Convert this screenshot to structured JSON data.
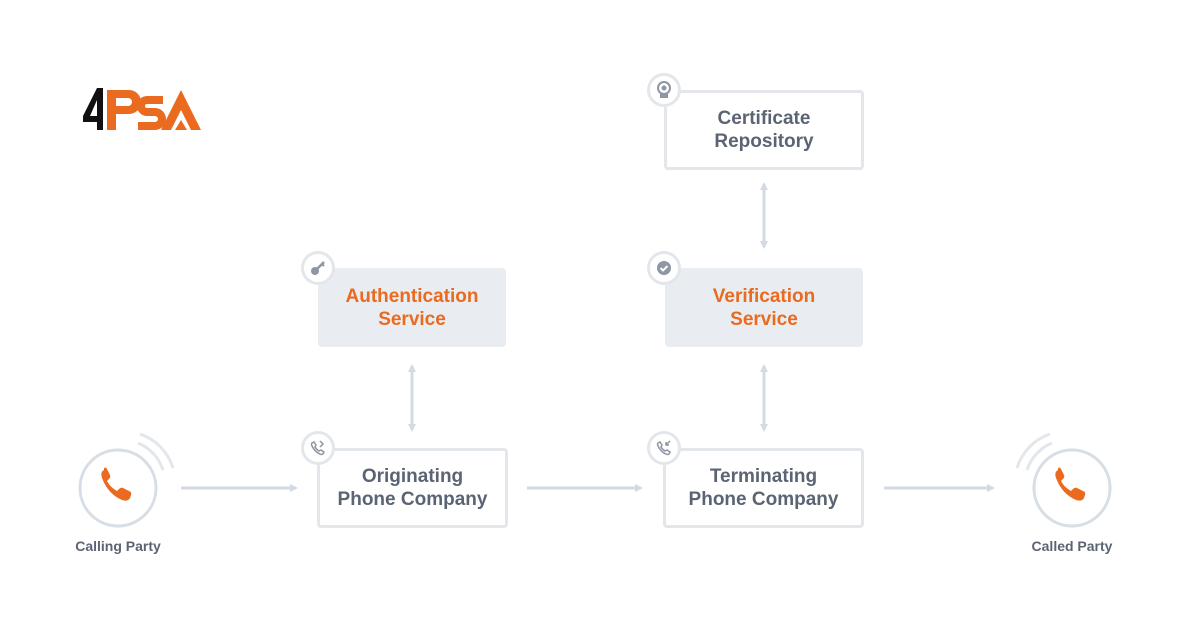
{
  "logo": {
    "text": "4PSA"
  },
  "nodes": {
    "certificate_repository": {
      "line1": "Certificate",
      "line2": "Repository",
      "icon": "certificate-icon"
    },
    "authentication_service": {
      "line1": "Authentication",
      "line2": "Service",
      "icon": "key-icon"
    },
    "verification_service": {
      "line1": "Verification",
      "line2": "Service",
      "icon": "check-icon"
    },
    "originating_phone_company": {
      "line1": "Originating",
      "line2": "Phone Company",
      "icon": "outgoing-call-icon"
    },
    "terminating_phone_company": {
      "line1": "Terminating",
      "line2": "Phone Company",
      "icon": "incoming-call-icon"
    }
  },
  "parties": {
    "calling": {
      "label": "Calling Party",
      "icon": "phone-icon"
    },
    "called": {
      "label": "Called Party",
      "icon": "phone-icon"
    }
  },
  "colors": {
    "accent": "#ea6a1f",
    "border": "#e3e7ec",
    "fill": "#e9ecf0",
    "text": "#5b6473",
    "arrow": "#d3dae2"
  }
}
